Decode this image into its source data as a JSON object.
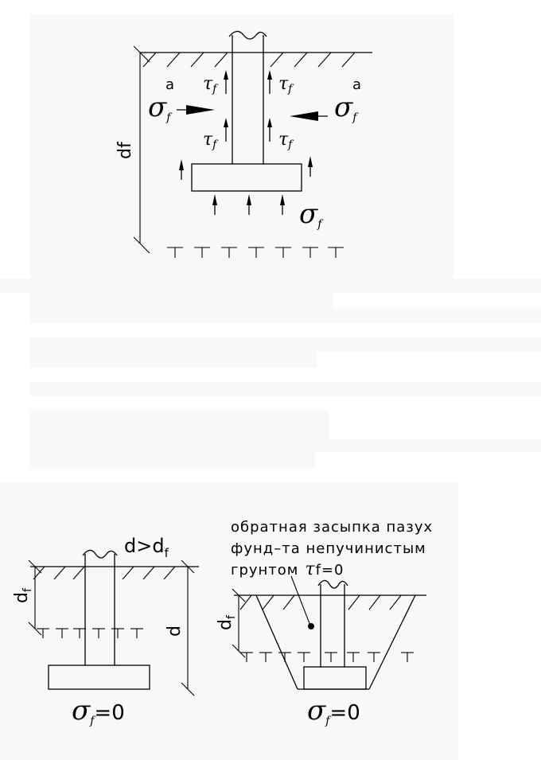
{
  "diagram_top": {
    "tau_symbol": "τ",
    "tau_subscript": "f",
    "sigma_symbol": "σ",
    "sigma_subscript": "f",
    "sigma_superscript": "a",
    "depth_label": "df"
  },
  "diagram_bottom_left": {
    "condition_label": "d>d",
    "condition_subscript": "f",
    "depth_label": "d",
    "depth_subscript": "f",
    "foundation_depth_label": "d",
    "sigma_equation": "σ",
    "sigma_subscript": "f",
    "sigma_value": "=0"
  },
  "diagram_bottom_right": {
    "note_line1": "обратная засыпка пазух",
    "note_line2": "фунд–та непучинистым",
    "note_line3": "грунтом",
    "tau_symbol": "τ",
    "tau_equation": "f=0",
    "depth_label": "d",
    "depth_subscript": "f",
    "sigma_equation": "σ",
    "sigma_subscript": "f",
    "sigma_value": "=0"
  },
  "colors": {
    "background": "#ffffff",
    "panel": "#f8f8f8",
    "ink": "#000000"
  }
}
